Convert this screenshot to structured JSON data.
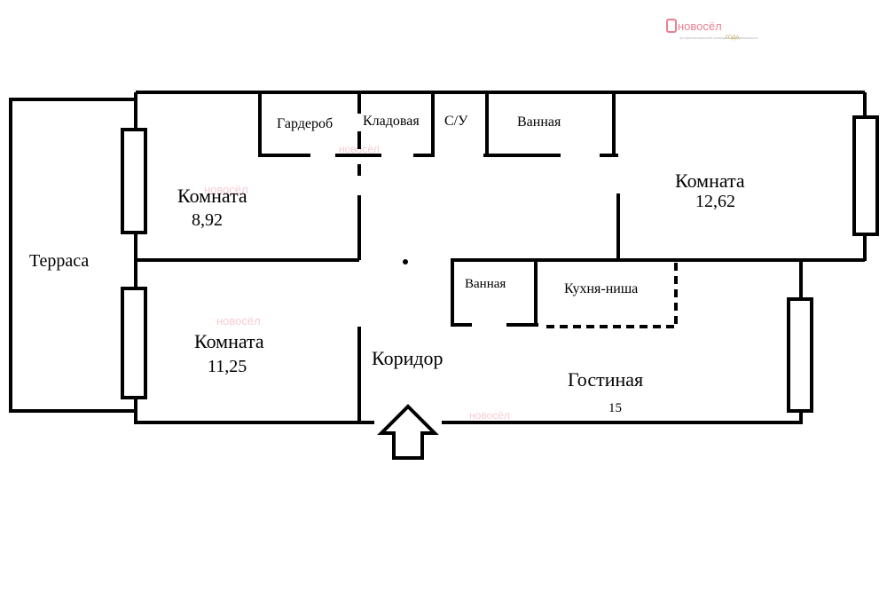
{
  "watermark": {
    "brand": "новосёл",
    "tagline": "профессиональный помощник в недвижимости",
    "badge": "ГОДА",
    "color": "#e3566a"
  },
  "rooms": {
    "terrace": "Терраса",
    "room_left_top": {
      "name": "Комната",
      "area": "8,92"
    },
    "room_left_bottom": {
      "name": "Комната",
      "area": "11,25"
    },
    "room_right": {
      "name": "Комната",
      "area": "12,62"
    },
    "wardrobe": "Гардероб",
    "storage": "Кладовая",
    "wc": "С/У",
    "bathroom_top": "Ванная",
    "bathroom_bottom": "Ванная",
    "kitchen_niche": "Кухня-ниша",
    "corridor": "Коридор",
    "living_room": {
      "name": "Гостиная",
      "area": "15"
    }
  },
  "entrance": {
    "icon": "entrance-arrow-icon"
  },
  "colors": {
    "wall": "#000000",
    "background": "#ffffff"
  }
}
